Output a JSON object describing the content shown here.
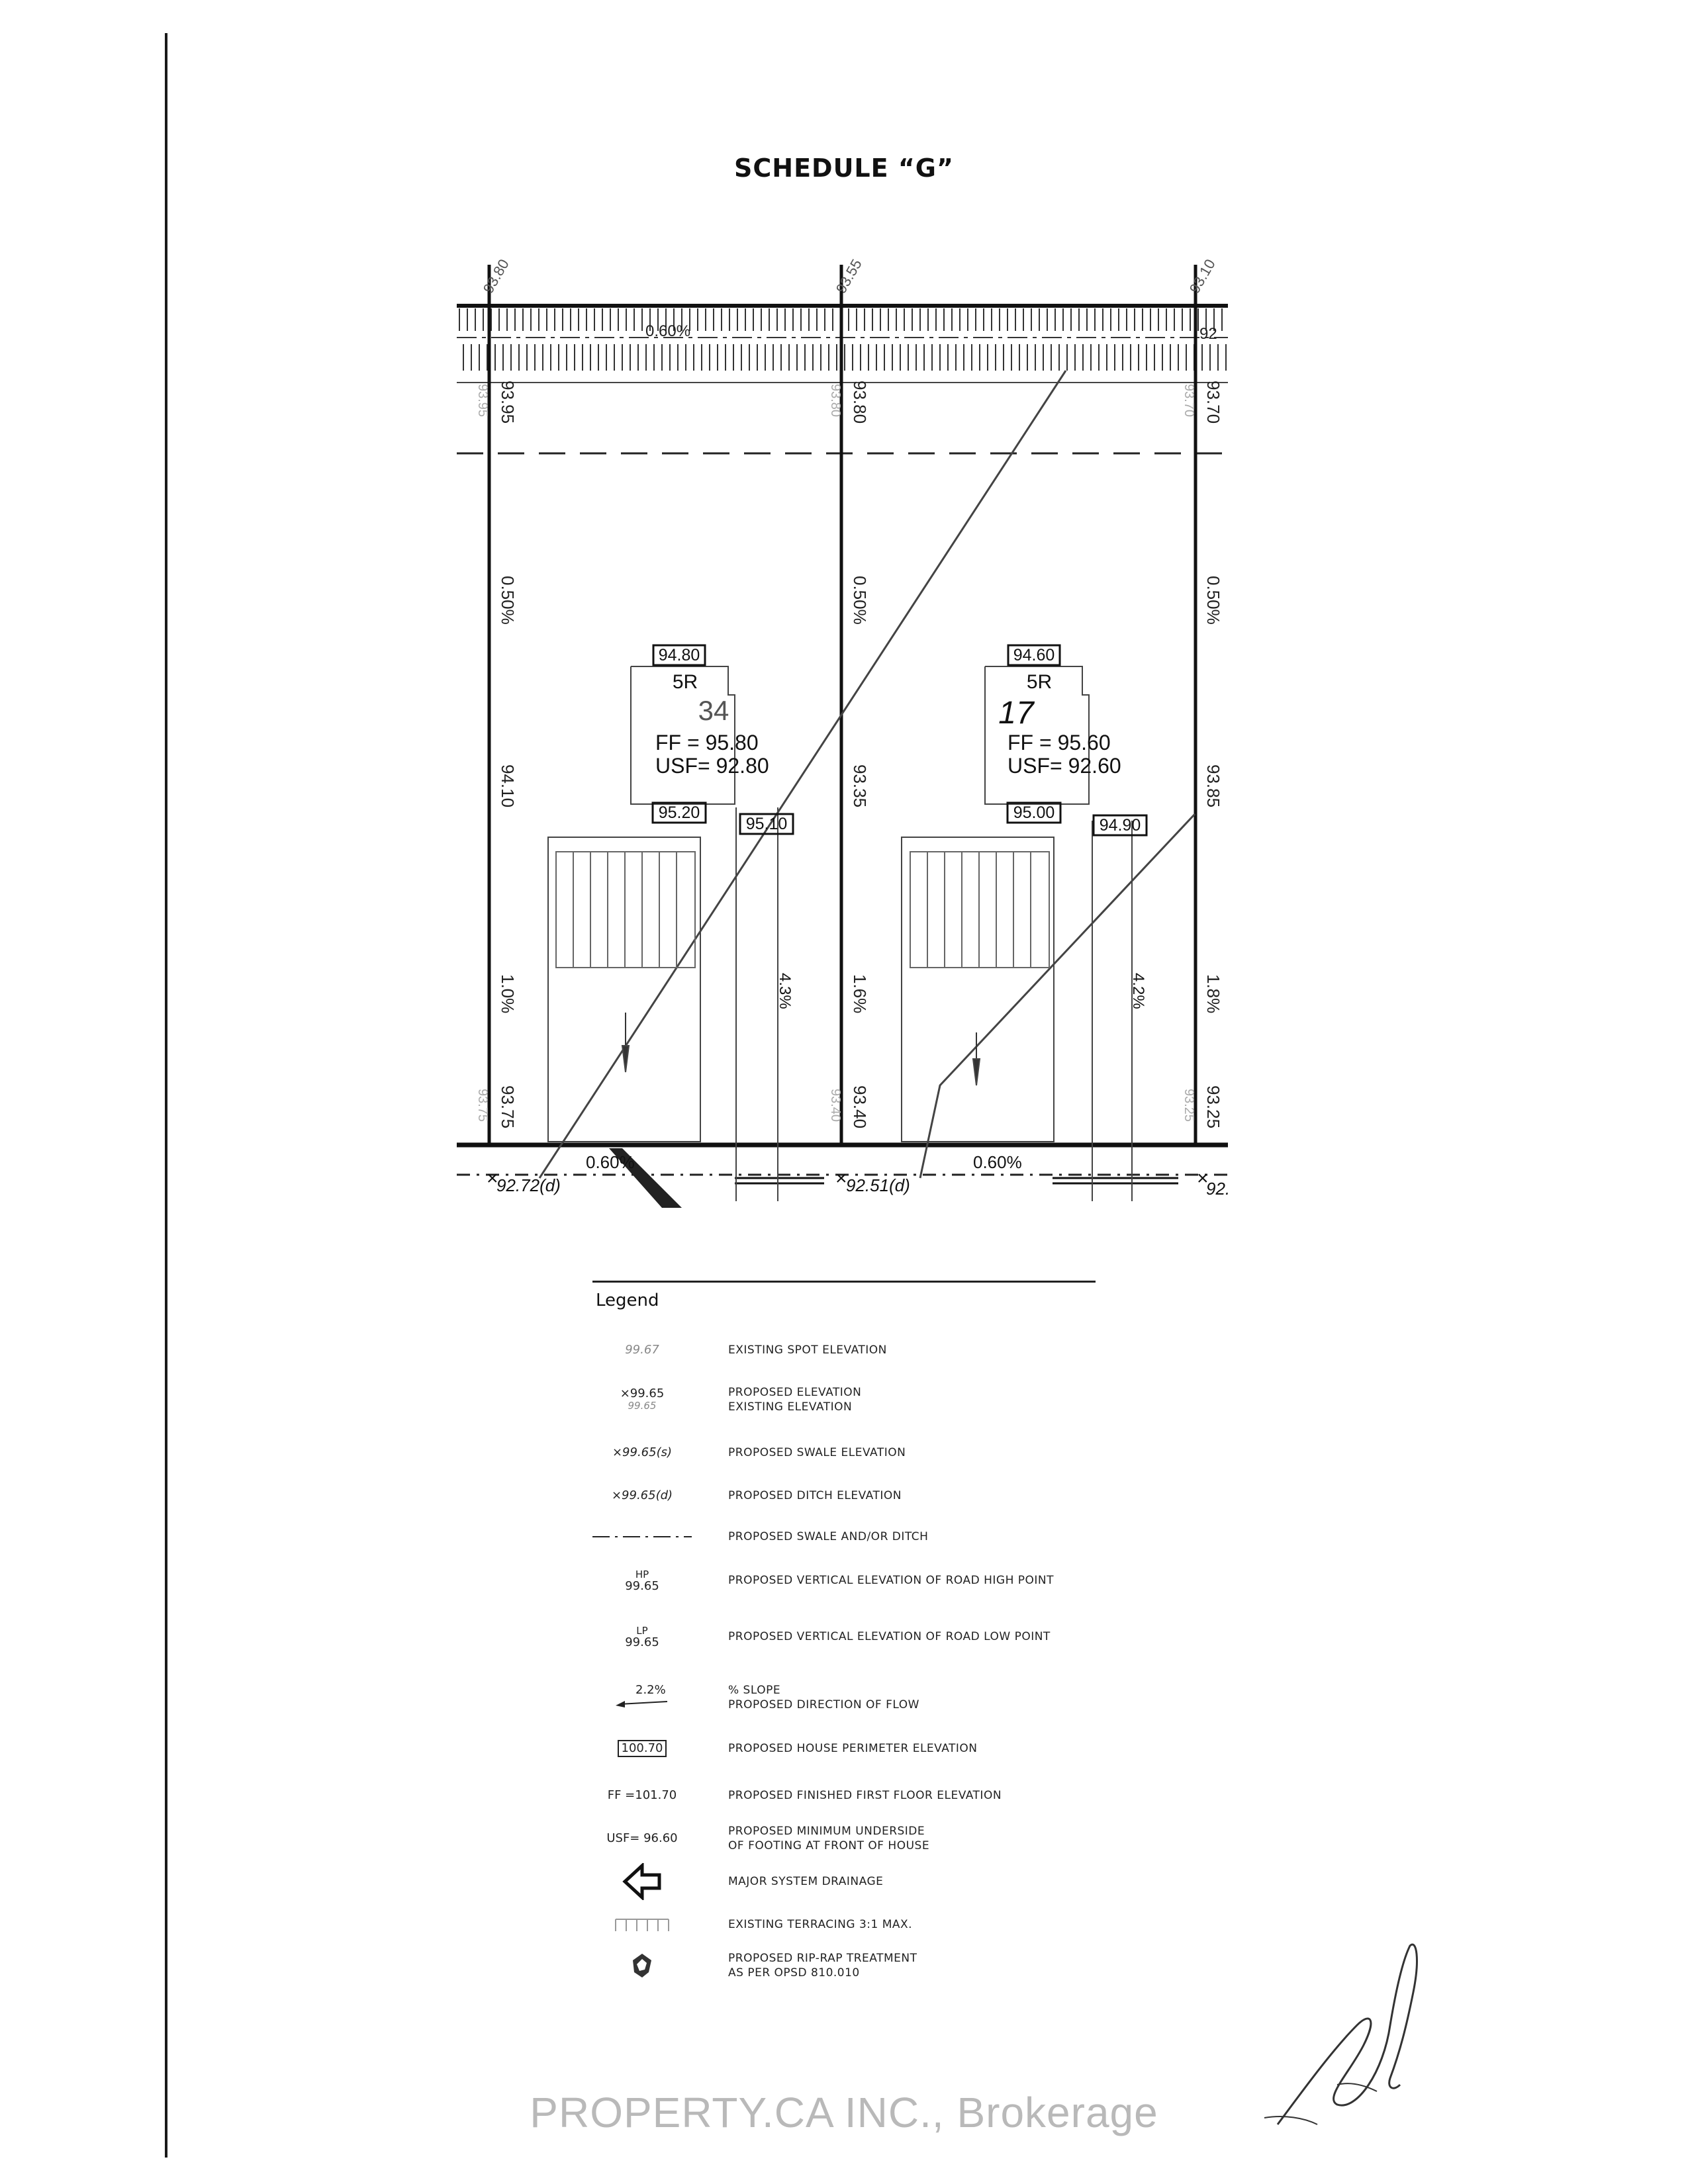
{
  "title": "SCHEDULE “G”",
  "plan": {
    "top_road": {
      "lot_line_marks": [
        "93.80",
        "93.55",
        "93.10",
        "92"
      ],
      "slope": "0.60%"
    },
    "side_lines": [
      {
        "top": "93.95",
        "top_faded": "93.95",
        "slope_upper": "0.50%",
        "mid": "94.10",
        "slope_lower": "1.0%",
        "bottom": "93.75",
        "bottom_faded": "93.75"
      },
      {
        "top": "93.80",
        "top_faded": "93.80",
        "slope_upper": "0.50%",
        "mid": "93.35",
        "slope_lower": "1.6%",
        "bottom": "93.40",
        "bottom_faded": "93.40"
      },
      {
        "top": "93.70",
        "top_faded": "93.70",
        "slope_upper": "0.50%",
        "mid": "93.85",
        "slope_lower": "1.8%",
        "bottom": "93.25",
        "bottom_faded": "93.25"
      }
    ],
    "lots": [
      {
        "rear_elev": "94.80",
        "type": "5R",
        "lot_no": "34",
        "ff": "FF = 95.80",
        "usf": "USF= 92.80",
        "front_left_elev": "95.20",
        "front_right_elev": "95.10",
        "driveway_slope": "4.3%"
      },
      {
        "rear_elev": "94.60",
        "type": "5R",
        "lot_no": "17",
        "ff": "FF = 95.60",
        "usf": "USF= 92.60",
        "front_left_elev": "95.00",
        "front_right_elev": "94.90",
        "driveway_slope": "4.2%"
      }
    ],
    "ditch": {
      "elev_1": "92.72(d)",
      "elev_2": "92.51(d)",
      "elev_3": "92.",
      "slope_1": "0.60%",
      "slope_2": "0.60%"
    }
  },
  "legend": {
    "title": "Legend",
    "items": [
      {
        "symbol": "99.67",
        "desc": [
          "EXISTING SPOT ELEVATION"
        ]
      },
      {
        "symbol": "×99.65",
        "symbol_sub": "99.65",
        "desc": [
          "PROPOSED ELEVATION",
          "EXISTING ELEVATION"
        ]
      },
      {
        "symbol": "×99.65(s)",
        "desc": [
          "PROPOSED SWALE ELEVATION"
        ]
      },
      {
        "symbol": "×99.65(d)",
        "desc": [
          "PROPOSED DITCH ELEVATION"
        ]
      },
      {
        "symbol": "",
        "desc": [
          "PROPOSED SWALE AND/OR DITCH"
        ]
      },
      {
        "symbol": "HP",
        "symbol_sub": "99.65",
        "desc": [
          "PROPOSED VERTICAL ELEVATION OF ROAD HIGH POINT"
        ]
      },
      {
        "symbol": "LP",
        "symbol_sub": "99.65",
        "desc": [
          "PROPOSED VERTICAL ELEVATION OF ROAD LOW POINT"
        ]
      },
      {
        "symbol": "2.2%",
        "desc": [
          "% SLOPE",
          "PROPOSED DIRECTION OF FLOW"
        ]
      },
      {
        "symbol": "100.70",
        "desc": [
          "PROPOSED HOUSE PERIMETER ELEVATION"
        ]
      },
      {
        "symbol": "FF =101.70",
        "desc": [
          "PROPOSED FINISHED FIRST FLOOR ELEVATION"
        ]
      },
      {
        "symbol": "USF= 96.60",
        "desc": [
          "PROPOSED MINIMUM UNDERSIDE",
          "OF FOOTING AT FRONT OF HOUSE"
        ]
      },
      {
        "symbol": "arrow-icon",
        "desc": [
          "MAJOR SYSTEM DRAINAGE"
        ]
      },
      {
        "symbol": "terrace-icon",
        "desc": [
          "EXISTING TERRACING 3:1 MAX."
        ]
      },
      {
        "symbol": "riprap-icon",
        "desc": [
          "PROPOSED RIP-RAP TREATMENT",
          "AS PER OPSD 810.010"
        ]
      }
    ]
  },
  "watermark": "PROPERTY.CA INC., Brokerage"
}
